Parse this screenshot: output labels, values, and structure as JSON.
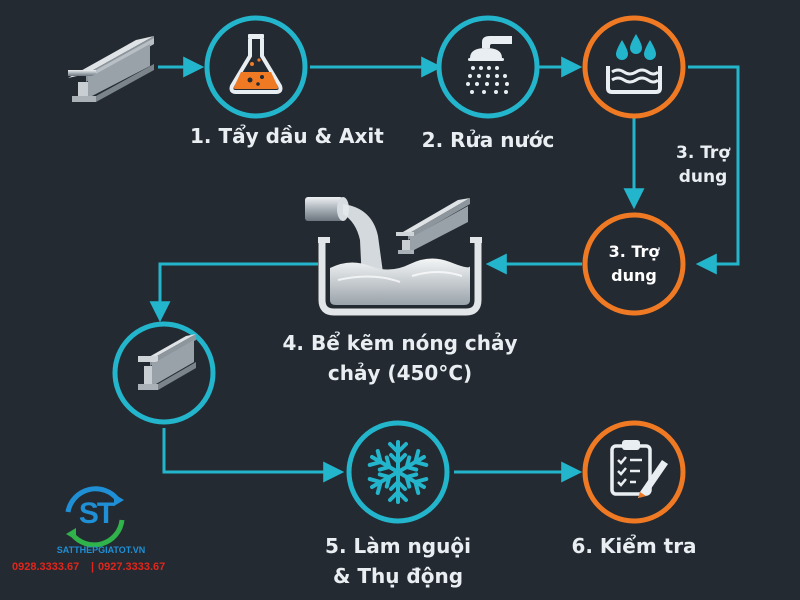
{
  "steps": {
    "s1": {
      "label": "1. Tẩy dầu & Axit"
    },
    "s2": {
      "label": "2. Rửa nước"
    },
    "s3": {
      "label_side_1": "3. Trợ",
      "label_side_2": "dung",
      "label_in_1": "3. Trợ",
      "label_in_2": "dung"
    },
    "s4": {
      "label_1": "4. Bể kẽm nóng chảy",
      "label_2": "chảy (450°C)"
    },
    "s5": {
      "label_1": "5. Làm nguội",
      "label_2": "& Thụ động"
    },
    "s6": {
      "label": "6. Kiểm tra"
    }
  },
  "brand": {
    "logo_letters": "ST",
    "site": "SATTHEPGIATOT.VN",
    "phone_1": "0928.3333.67",
    "separator": "|",
    "phone_2": "0927.3333.67"
  },
  "colors": {
    "background": "#242a31",
    "cyan": "#23b5cc",
    "orange": "#f07a24",
    "steel": "#b9c0c6",
    "white": "#e9eef2",
    "brand_red": "#e0261c"
  },
  "icons": [
    "steel-beam-icon",
    "flask-icon",
    "shower-icon",
    "water-drops-icon",
    "zinc-bath-icon",
    "snowflake-icon",
    "clipboard-check-icon",
    "logo-icon"
  ]
}
